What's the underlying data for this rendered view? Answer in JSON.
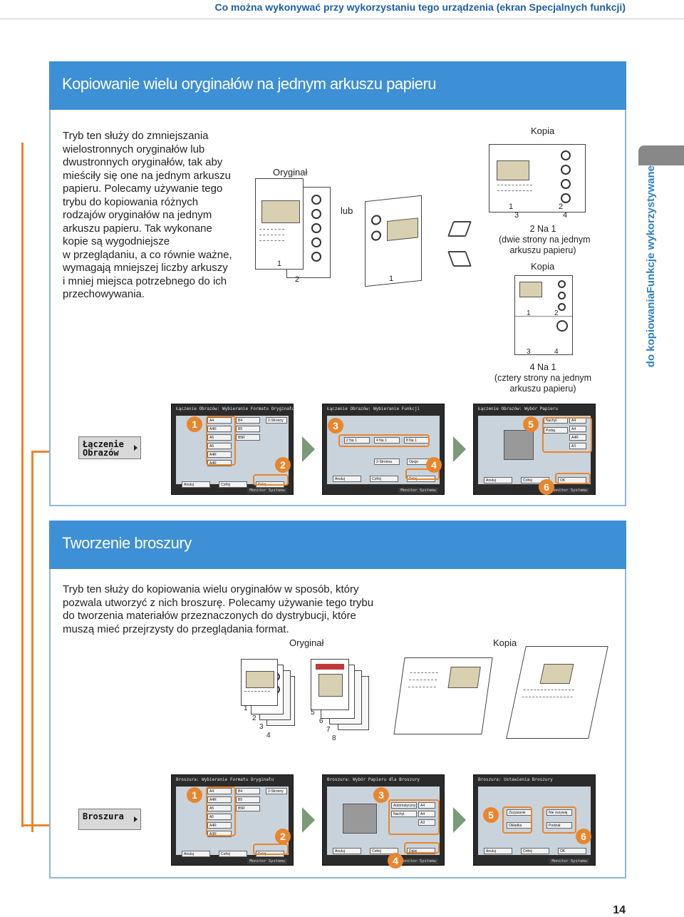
{
  "header": {
    "title": "Co można wykonywać przy wykorzystaniu tego urządzenia (ekran Specjalnych funkcji)"
  },
  "side_tab": {
    "line1": "Funkcje wykorzystywane",
    "line2": "do kopiowania"
  },
  "section1": {
    "title": "Kopiowanie wielu oryginałów na jednym arkuszu papieru",
    "body": [
      "Tryb ten służy do zmniejszania",
      "wielostronnych oryginałów lub",
      "dwustronnych oryginałów, tak aby",
      "mieściły się one na jednym arkuszu",
      "papieru. Polecamy używanie tego",
      "trybu do kopiowania różnych",
      "rodzajów oryginałów na jednym",
      "arkuszu papieru. Tak wykonane",
      "kopie są wygodniejsze",
      "w przeglądaniu, a co równie ważne,",
      "wymagają mniejszej liczby arkuszy",
      "i mniej miejsca potrzebnego do ich",
      "przechowywania."
    ],
    "label_original": "Oryginał",
    "label_or": "lub",
    "label_copy_top": "Kopia",
    "label_2na1": "2 Na 1",
    "label_2na1_desc1": "(dwie strony na jednym",
    "label_2na1_desc2": "arkuszu papieru)",
    "label_copy_mid": "Kopia",
    "label_4na1": "4 Na 1",
    "label_4na1_desc1": "(cztery strony na jednym",
    "label_4na1_desc2": "arkuszu papieru)",
    "page_nums": [
      "1",
      "2",
      "1",
      "1",
      "2",
      "3",
      "4",
      "1",
      "2",
      "3",
      "4"
    ],
    "ui_button": "Łączenie\nObrazów",
    "panels": [
      {
        "title": "Łączenie Obrazów: Wybieranie Formatu Oryginału",
        "footer": "Monitor Systemu"
      },
      {
        "title": "Łączenie Obrazów: Wybieranie Funkcji",
        "footer": "Monitor Systemu"
      },
      {
        "title": "Łączenie Obrazów: Wybór Papieru",
        "footer": "Monitor Systemu"
      }
    ],
    "steps": [
      "1",
      "2",
      "3",
      "4",
      "5",
      "6"
    ]
  },
  "section2": {
    "title": "Tworzenie broszury",
    "body": [
      "Tryb ten służy do kopiowania wielu oryginałów w sposób, który",
      "pozwala utworzyć z nich broszurę. Polecamy używanie tego trybu",
      "do tworzenia materiałów przeznaczonych do dystrybucji, które",
      "muszą mieć przejrzysty do przeglądania format."
    ],
    "label_original": "Oryginał",
    "label_copy": "Kopia",
    "page_nums": [
      "1",
      "2",
      "3",
      "4",
      "5",
      "6",
      "7",
      "8"
    ],
    "ui_button": "Broszura",
    "panels": [
      {
        "title": "Broszura: Wybieranie Formatu Oryginału",
        "footer": "Monitor Systemu"
      },
      {
        "title": "Broszura: Wybór Papieru dla Broszury",
        "footer": "Monitor Systemu"
      },
      {
        "title": "Broszura: Ustawienia Broszury",
        "footer": "Monitor Systemu"
      }
    ],
    "steps": [
      "1",
      "2",
      "3",
      "4",
      "5",
      "6"
    ]
  },
  "page_number": "14",
  "colors": {
    "accent_blue": "#3d8fd6",
    "orange": "#e8862e",
    "arrow_green": "#7a9a78"
  }
}
